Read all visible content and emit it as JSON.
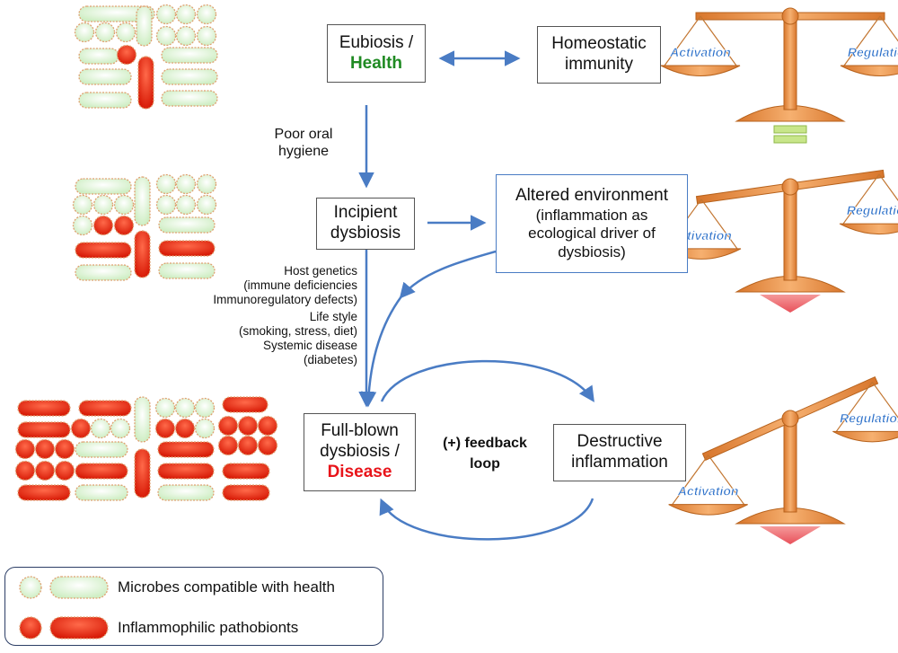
{
  "boxes": {
    "eubiosis": {
      "line1": "Eubiosis /",
      "line2": "Health"
    },
    "homeostatic": {
      "line1": "Homeostatic",
      "line2": "immunity"
    },
    "incipient": {
      "line1": "Incipient",
      "line2": "dysbiosis"
    },
    "altered": {
      "line1": "Altered environment",
      "line2": "(inflammation as",
      "line3": "ecological driver of",
      "line4": "dysbiosis)"
    },
    "fullblown": {
      "line1": "Full-blown",
      "line2": "dysbiosis /",
      "line3": "Disease"
    },
    "destructive": {
      "line1": "Destructive",
      "line2": "inflammation"
    }
  },
  "labels": {
    "poor_oral_hygiene": [
      "Poor oral",
      "hygiene"
    ],
    "risk_factors": [
      "Host genetics",
      "(immune deficiencies",
      "Immunoregulatory defects)",
      "Life style",
      "(smoking, stress, diet)",
      "Systemic disease",
      "(diabetes)"
    ],
    "feedback_loop": [
      "(+) feedback",
      "loop"
    ]
  },
  "scales": {
    "activation_label": "Activation",
    "regulation_label": "Regulation",
    "states": [
      "balanced",
      "tilted-mild",
      "tilted-strong"
    ]
  },
  "legend": {
    "health_label": "Microbes compatible with health",
    "pathobiont_label": "Inflammophilic pathobionts"
  },
  "colors": {
    "arrow_blue": "#4a7cc4",
    "health_fill": "#e6f6e0",
    "pathobiont_fill": "#e8230f",
    "scale_orange": "#f09a4a",
    "label_blue": "#2a6fc9",
    "health_text": "#1f8a22",
    "disease_text": "#e8141a"
  }
}
